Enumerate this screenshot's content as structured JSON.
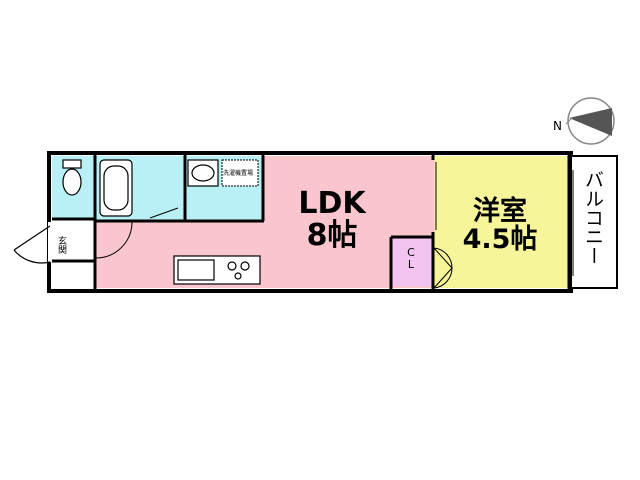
{
  "compass": {
    "direction_label": "N"
  },
  "rooms": {
    "ldk": {
      "name": "LDK",
      "size": "8帖",
      "color": "#f8c6cc"
    },
    "western": {
      "name": "洋室",
      "size": "4.5帖",
      "color": "#f6f59a"
    },
    "closet": {
      "label_line1": "C",
      "label_line2": "L",
      "color": "#f2c4ef"
    },
    "entrance": {
      "label": "玄関"
    },
    "balcony": {
      "label": "バルコニー"
    },
    "wet_area": {
      "color": "#b9f0f6"
    },
    "laundry_label": "洗濯機置場"
  }
}
